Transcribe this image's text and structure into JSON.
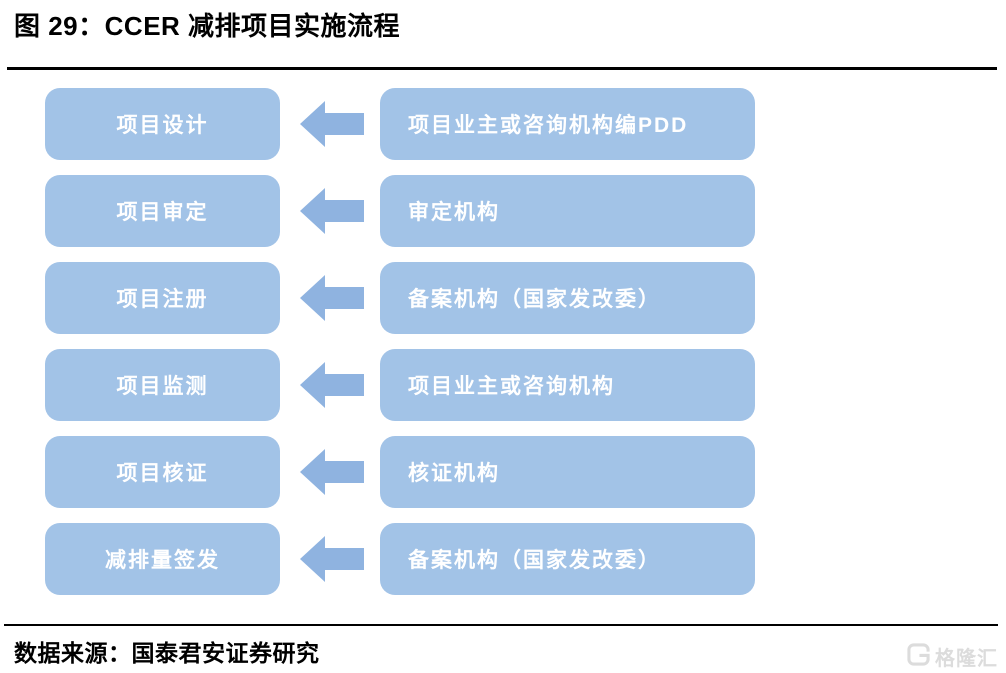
{
  "page": {
    "title": "图 29：CCER 减排项目实施流程"
  },
  "flow": {
    "type": "flowchart",
    "arrow_direction": "left",
    "rows": [
      {
        "left": "项目设计",
        "right": "项目业主或咨询机构编PDD"
      },
      {
        "left": "项目审定",
        "right": "审定机构"
      },
      {
        "left": "项目注册",
        "right": "备案机构（国家发改委）"
      },
      {
        "left": "项目监测",
        "right": "项目业主或咨询机构"
      },
      {
        "left": "项目核证",
        "right": "核证机构"
      },
      {
        "left": "减排量签发",
        "right": "备案机构（国家发改委）"
      }
    ],
    "colors": {
      "box_fill": "#a2c3e7",
      "arrow_fill": "#8fb3e0",
      "box_text": "#ffffff"
    }
  },
  "footer": {
    "source": "数据来源：国泰君安证券研究",
    "watermark": "格隆汇"
  }
}
